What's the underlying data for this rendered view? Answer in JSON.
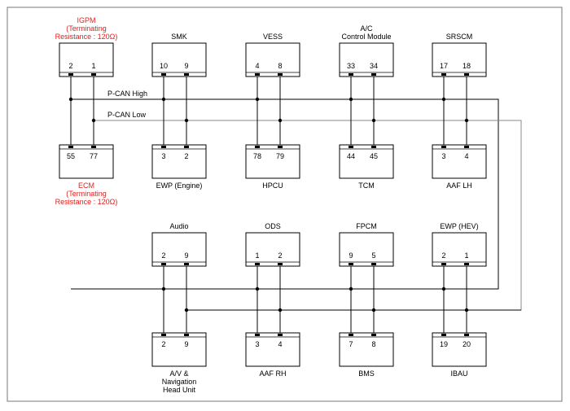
{
  "bus": {
    "high_label": "P-CAN High",
    "low_label": "P-CAN Low"
  },
  "top_row": [
    {
      "name": [
        "IGPM"
      ],
      "sub": [
        "(Terminating",
        "Resistance : 120Ω)"
      ],
      "red": true,
      "pins": [
        "2",
        "1"
      ]
    },
    {
      "name": [
        "SMK"
      ],
      "sub": [],
      "red": false,
      "pins": [
        "10",
        "9"
      ]
    },
    {
      "name": [
        "VESS"
      ],
      "sub": [],
      "red": false,
      "pins": [
        "4",
        "8"
      ]
    },
    {
      "name": [
        "A/C",
        "Control Module"
      ],
      "sub": [],
      "red": false,
      "pins": [
        "33",
        "34"
      ]
    },
    {
      "name": [
        "SRSCM"
      ],
      "sub": [],
      "red": false,
      "pins": [
        "17",
        "18"
      ]
    }
  ],
  "mid_row": [
    {
      "name": [
        "ECM"
      ],
      "sub": [
        "(Terminating",
        "Resistance : 120Ω)"
      ],
      "red": true,
      "pins": [
        "55",
        "77"
      ]
    },
    {
      "name": [
        "EWP (Engine)"
      ],
      "sub": [],
      "red": false,
      "pins": [
        "3",
        "2"
      ]
    },
    {
      "name": [
        "HPCU"
      ],
      "sub": [],
      "red": false,
      "pins": [
        "78",
        "79"
      ]
    },
    {
      "name": [
        "TCM"
      ],
      "sub": [],
      "red": false,
      "pins": [
        "44",
        "45"
      ]
    },
    {
      "name": [
        "AAF LH"
      ],
      "sub": [],
      "red": false,
      "pins": [
        "3",
        "4"
      ]
    }
  ],
  "lower_top_row": [
    {
      "name": [
        "Audio"
      ],
      "pins": [
        "2",
        "9"
      ]
    },
    {
      "name": [
        "ODS"
      ],
      "pins": [
        "1",
        "2"
      ]
    },
    {
      "name": [
        "FPCM"
      ],
      "pins": [
        "9",
        "5"
      ]
    },
    {
      "name": [
        "EWP (HEV)"
      ],
      "pins": [
        "2",
        "1"
      ]
    }
  ],
  "bottom_row": [
    {
      "name": [
        "A/V &",
        "Navigation",
        "Head Unit"
      ],
      "pins": [
        "2",
        "9"
      ]
    },
    {
      "name": [
        "AAF RH"
      ],
      "pins": [
        "3",
        "4"
      ]
    },
    {
      "name": [
        "BMS"
      ],
      "pins": [
        "7",
        "8"
      ]
    },
    {
      "name": [
        "IBAU"
      ],
      "pins": [
        "19",
        "20"
      ]
    }
  ]
}
